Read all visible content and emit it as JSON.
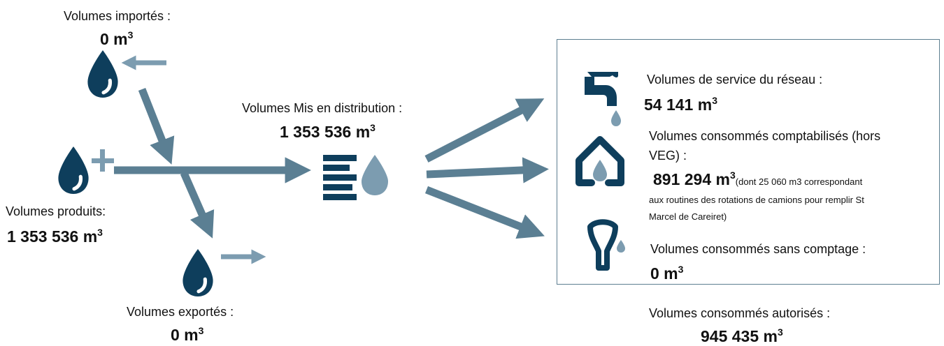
{
  "colors": {
    "dark": "#0e3e5c",
    "arrow": "#5b7f93",
    "light": "#7c9cb0",
    "border": "#5d7e90"
  },
  "imported": {
    "label": "Volumes importés :",
    "value": "0 m",
    "exp": "3"
  },
  "produced": {
    "label": "Volumes produits:",
    "value": "1 353 536 m",
    "exp": "3"
  },
  "exported": {
    "label": "Volumes exportés :",
    "value": "0 m",
    "exp": "3"
  },
  "distributed": {
    "label": "Volumes Mis en distribution :",
    "value": "1 353 536 m",
    "exp": "3"
  },
  "service": {
    "label": "Volumes de service du réseau :",
    "value": "54 141 m",
    "exp": "3"
  },
  "metered": {
    "label_line1": "Volumes consommés comptabilisés (hors",
    "label_line2": "VEG) :",
    "value": "891 294 m",
    "exp": "3",
    "note_inline": "(dont 25 060 m3 correspondant",
    "note_line2": "aux routines des rotations de camions pour remplir St",
    "note_line3": "Marcel de Careiret)"
  },
  "unmetered": {
    "label": "Volumes consommés sans comptage :",
    "value": "0 m",
    "exp": "3"
  },
  "authorized": {
    "label": "Volumes consommés autorisés :",
    "value": "945 435 m",
    "exp": "3"
  },
  "icons": {
    "imported": "water-drop-import-icon",
    "produced": "water-drop-plus-icon",
    "exported": "water-drop-export-icon",
    "distribution": "distribution-lines-drop-icon",
    "service": "faucet-icon",
    "metered": "house-drop-icon",
    "unmetered": "hydrant-icon"
  }
}
